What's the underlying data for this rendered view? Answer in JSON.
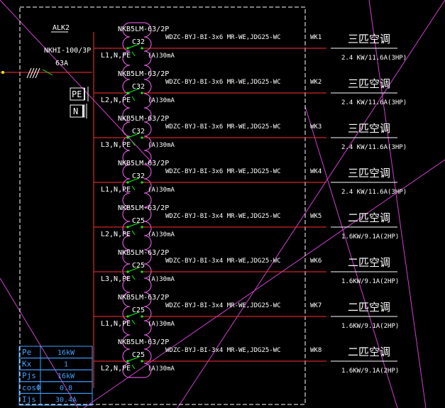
{
  "panel": {
    "name": "ALK2",
    "main_switch": "NKHI-100/3P",
    "main_current": "63A",
    "pe_label": "PE",
    "n_label": "N"
  },
  "circuits": [
    {
      "breaker": "NKB5LM-63/2P",
      "rating": "C32",
      "phase": "L1,N,PE",
      "rcd": "(A)30mA",
      "cable": "WDZC-BYJ-BI-3x6 MR-WE,JDG25-WC",
      "id": "WK1",
      "load": "三匹空调",
      "power": "2.4 KW/11.6A(3HP)"
    },
    {
      "breaker": "NKB5LM-63/2P",
      "rating": "C32",
      "phase": "L2,N,PE",
      "rcd": "(A)30mA",
      "cable": "WDZC-BYJ-BI-3x6 MR-WE,JDG25-WC",
      "id": "WK2",
      "load": "三匹空调",
      "power": "2.4 KW/11.6A(3HP)"
    },
    {
      "breaker": "NKB5LM-63/2P",
      "rating": "C32",
      "phase": "L3,N,PE",
      "rcd": "(A)30mA",
      "cable": "WDZC-BYJ-BI-3x6 MR-WE,JDG25-WC",
      "id": "WK3",
      "load": "三匹空调",
      "power": "2.4 KW/11.6A(3HP)"
    },
    {
      "breaker": "NKB5LM-63/2P",
      "rating": "C32",
      "phase": "L1,N,PE",
      "rcd": "(A)30mA",
      "cable": "WDZC-BYJ-BI-3x6 MR-WE,JDG25-WC",
      "id": "WK4",
      "load": "三匹空调",
      "power": "2.4 KW/11.6A(3HP)"
    },
    {
      "breaker": "NKB5LM-63/2P",
      "rating": "C25",
      "phase": "L2,N,PE",
      "rcd": "(A)30mA",
      "cable": "WDZC-BYJ-BI-3x4 MR-WE,JDG25-WC",
      "id": "WK5",
      "load": "二匹空调",
      "power": "1.6KW/9.1A(2HP)"
    },
    {
      "breaker": "NKB5LM-63/2P",
      "rating": "C25",
      "phase": "L3,N,PE",
      "rcd": "(A)30mA",
      "cable": "WDZC-BYJ-BI-3x4 MR-WE,JDG25-WC",
      "id": "WK6",
      "load": "二匹空调",
      "power": "1.6KW/9.1A(2HP)"
    },
    {
      "breaker": "NKB5LM-63/2P",
      "rating": "C25",
      "phase": "L1,N,PE",
      "rcd": "(A)30mA",
      "cable": "WDZC-BYJ-BI-3x4 MR-WE,JDG25-WC",
      "id": "WK7",
      "load": "二匹空调",
      "power": "1.6KW/9.1A(2HP)"
    },
    {
      "breaker": "NKB5LM-63/2P",
      "rating": "C25",
      "phase": "L2,N,PE",
      "rcd": "(A)30mA",
      "cable": "WDZC-BYJ-BI-3x4 MR-WE,JDG25-WC",
      "id": "WK8",
      "load": "二匹空调",
      "power": "1.6KW/9.1A(2HP)"
    }
  ],
  "summary": [
    {
      "key": "Pe",
      "value": "16kW"
    },
    {
      "key": "Kx",
      "value": "1"
    },
    {
      "key": "Pjs",
      "value": "16kW"
    },
    {
      "key": "cosΦ",
      "value": "0.8"
    },
    {
      "key": "Ijs",
      "value": "30.4A"
    }
  ],
  "colors": {
    "background": "#000000",
    "wire": "#ff3030",
    "text": "#ffffff",
    "switch": "#00ff00",
    "cloud": "#ff66ff",
    "guide": "#d040d0",
    "table": "#40a0ff"
  }
}
